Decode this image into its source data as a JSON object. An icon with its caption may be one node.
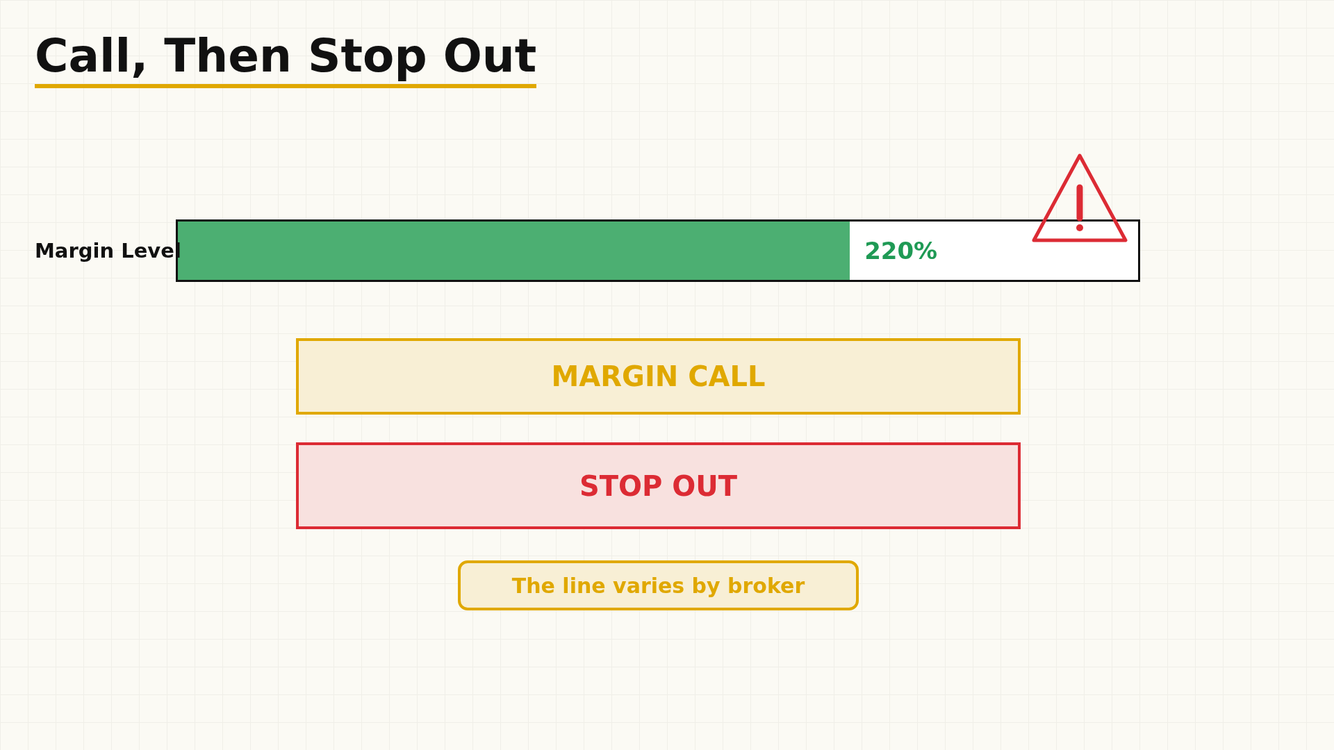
{
  "diagram": {
    "title": "Call, Then Stop Out",
    "nodes": [
      {
        "text": [
          "220%"
        ],
        "beside": [
          "Margin Level"
        ]
      },
      {
        "text": [
          "MARGIN CALL"
        ]
      },
      {
        "text": [
          "STOP OUT"
        ]
      },
      {
        "text": [
          "The line varies by broker"
        ]
      }
    ]
  }
}
